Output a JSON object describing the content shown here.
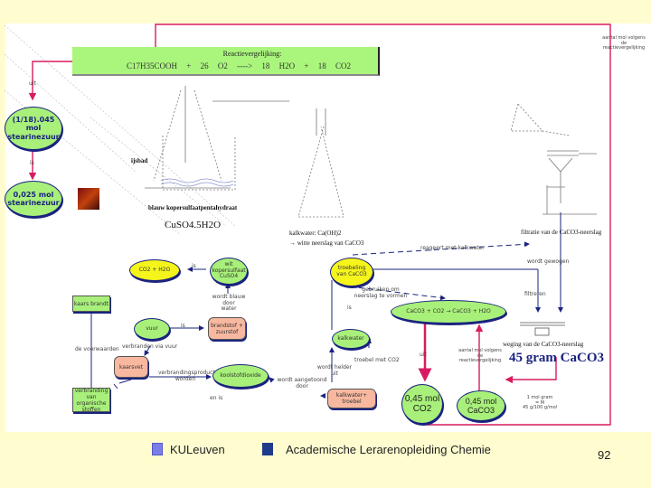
{
  "reaction": {
    "title": "Reactievergelijking:",
    "equation": "C17H35COOH  +  26 O2  ---->  18 H2O  +  18 CO2"
  },
  "top_right_note": [
    "aantal mol volgens",
    "de",
    "reactievergelijking"
  ],
  "left_chain": {
    "node1": [
      "(1/18).045",
      "mol",
      "stearinezuur"
    ],
    "arrow1_label": "uit",
    "arrow2_label": "is",
    "node2": [
      "0,025 mol",
      "stearinezuur"
    ]
  },
  "apparatus": {
    "ice_bath_label": "ijsbad",
    "copper_label": "blauw kopersulfaatpentahydraat",
    "copper_formula": "CuSO4.5H2O",
    "limewater_label_1": "kalkwater: Ca(OH)2",
    "limewater_label_2": "→ witte neerslag van CaCO3",
    "filtration_label": "filtratie van de CaCO3-neerslag",
    "weighing_label": "weging van de CaCO3-neerslag",
    "mass_result": "45 gram CaCO3"
  },
  "concept_map": {
    "co2_h2o": "CO2 + H2O",
    "copper_sulfate_node": [
      "wit kopersulfaat",
      "CuSO4"
    ],
    "copper_arrow_label": "is",
    "copper_note": [
      "wordt blauw door",
      "water"
    ],
    "kaars_brandt": "kaars brandt",
    "fire_node": "vuur",
    "fire_arrow_label": "is",
    "fire_result": [
      "brandstof +",
      "zuurstof"
    ],
    "fire_note": "verbranden via vuur",
    "left_vertical_label": "de voorwaarden",
    "wax_node": "kaarsvet",
    "verbrand_note": [
      "verbrandingsproducten",
      "worden"
    ],
    "bottom_left_node": [
      "verbranding van",
      "organische",
      "stoffen"
    ],
    "co2_detect": "koolstofdioxide",
    "co2_detect_note": [
      "wordt aangetoond",
      "door"
    ],
    "ca_carb_node": [
      "troebeling",
      "van CaCO3"
    ],
    "ca_carb_note": [
      "gebruiken om",
      "neerslag te vormen"
    ],
    "limewater_arrow_label": "reageert met kalkwater",
    "side_label": "is",
    "reaction_ellipse": "CaCO3 + CO2 → CaCO3 + H2O",
    "kalk_node": "kalkwater",
    "kalk_note_1": [
      "wordt helder",
      "uit"
    ],
    "kalk_note_2": "troebel met CO2",
    "lime_rect": "kalkwater+ troebel",
    "bottom_label": "en is",
    "filter_label": "filtreren",
    "filter_label_2": "wordt gewogen",
    "down_arrow_label": "uit",
    "middle_note": [
      "aantal mol volgens",
      "de",
      "reactievergelijking"
    ],
    "co2_mol": [
      "0,45 mol",
      "CO2"
    ],
    "caco3_mol": [
      "0,45 mol",
      "CaCO3"
    ],
    "conversion_note": [
      "1 mol gram",
      "= M",
      "45 g/100 g/mol"
    ]
  },
  "footer": {
    "university": "KULeuven",
    "program": "Academische Lerarenopleiding Chemie",
    "page_number": "92"
  }
}
